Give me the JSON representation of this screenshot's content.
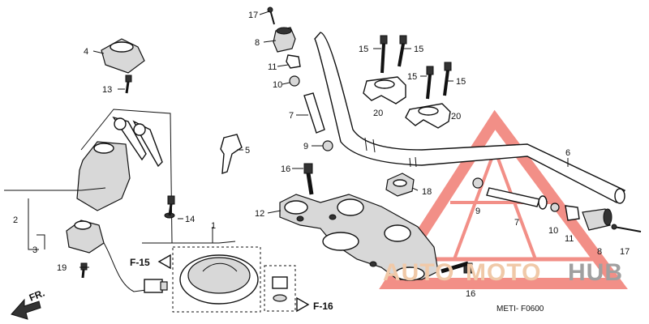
{
  "diagram": {
    "code": "METI- F0600",
    "watermark": {
      "part1": "AUTO",
      "part2": "MOTO",
      "part3": "HUB"
    },
    "direction_label": "FR.",
    "refs": {
      "ref_a": "F-15",
      "ref_b": "F-16"
    },
    "callouts": {
      "c1": "1",
      "c2": "2",
      "c3": "3",
      "c4": "4",
      "c5": "5",
      "c6": "6",
      "c7a": "7",
      "c7b": "7",
      "c8a": "8",
      "c8b": "8",
      "c9a": "9",
      "c9b": "9",
      "c10a": "10",
      "c10b": "10",
      "c11a": "11",
      "c11b": "11",
      "c12": "12",
      "c13": "13",
      "c14": "14",
      "c15a": "15",
      "c15b": "15",
      "c15c": "15",
      "c15d": "15",
      "c16a": "16",
      "c16b": "16",
      "c17a": "17",
      "c17b": "17",
      "c18": "18",
      "c19": "19",
      "c20a": "20",
      "c20b": "20"
    }
  }
}
